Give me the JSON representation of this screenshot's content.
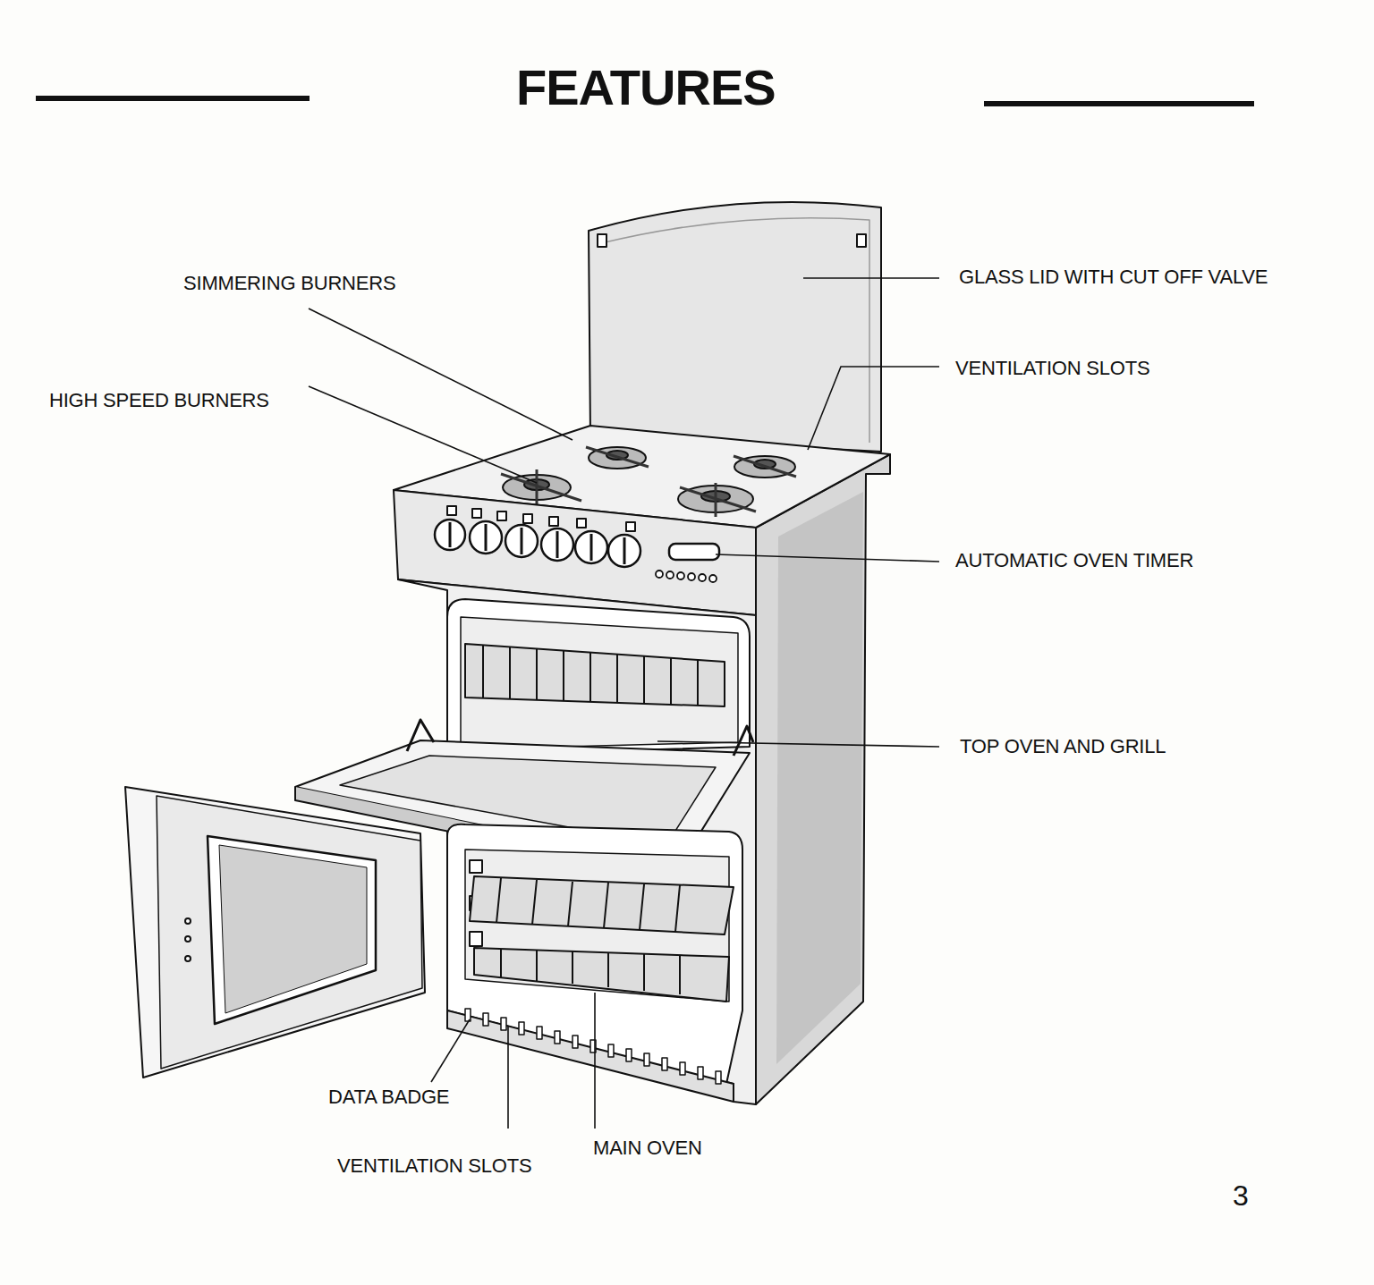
{
  "diagram": {
    "title": "FEATURES",
    "labels": [
      "SIMMERING BURNERS",
      "HIGH SPEED BURNERS",
      "GLASS LID WITH CUT OFF VALVE",
      "VENTILATION SLOTS",
      "AUTOMATIC OVEN TIMER",
      "TOP OVEN AND GRILL",
      "DATA BADGE",
      "VENTILATION SLOTS",
      "MAIN OVEN",
      "3"
    ]
  }
}
